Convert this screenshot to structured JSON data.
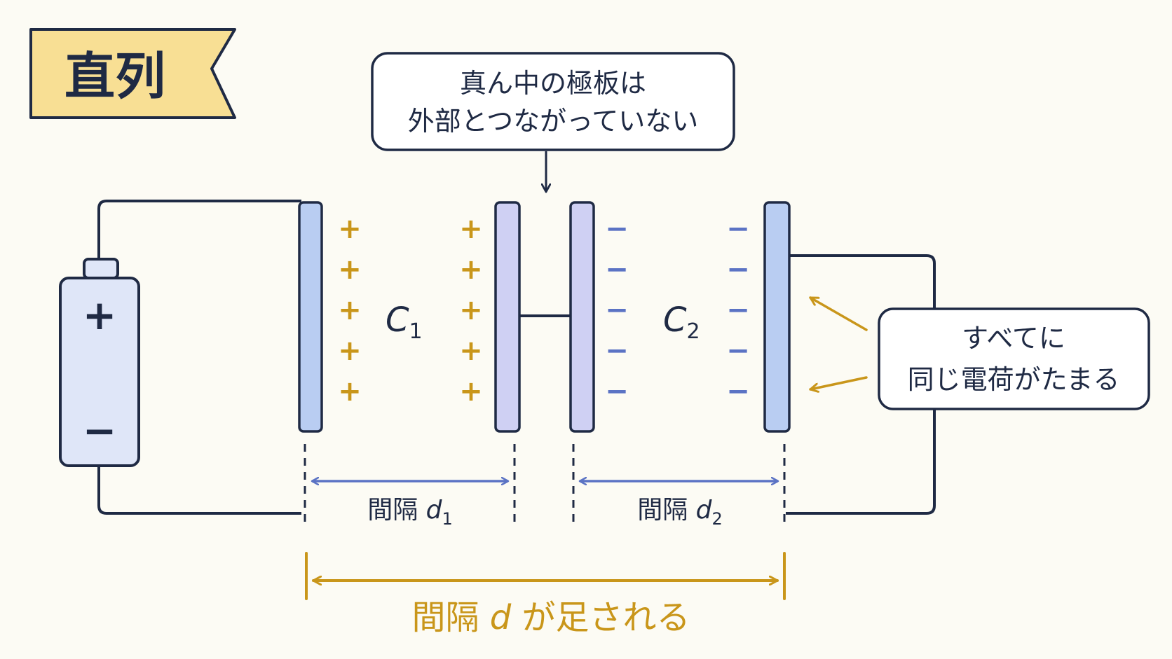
{
  "title": "直列",
  "callout_top": {
    "line1": "真ん中の極板は",
    "line2": "外部とつながっていない"
  },
  "callout_right": {
    "line1": "すべてに",
    "line2": "同じ電荷がたまる"
  },
  "capacitor1": {
    "name": "C",
    "sub": "1"
  },
  "capacitor2": {
    "name": "C",
    "sub": "2"
  },
  "battery": {
    "plus": "+",
    "minus": "−"
  },
  "charge_plus": "+",
  "charge_minus": "−",
  "gap1": {
    "label": "間隔 ",
    "var": "d",
    "sub": "1"
  },
  "gap2": {
    "label": "間隔 ",
    "var": "d",
    "sub": "2"
  },
  "total_gap": {
    "pre": "間隔 ",
    "var": "d",
    "post": " が足される"
  },
  "colors": {
    "ink": "#1f2a44",
    "plate_outer": "#b9cdf2",
    "plate_inner": "#cfd0f3",
    "battery_fill": "#dfe6f8",
    "tag_fill": "#f8df94",
    "gold": "#c9961a",
    "blue_arrow": "#5b73c4",
    "background": "#fcfbf4"
  }
}
